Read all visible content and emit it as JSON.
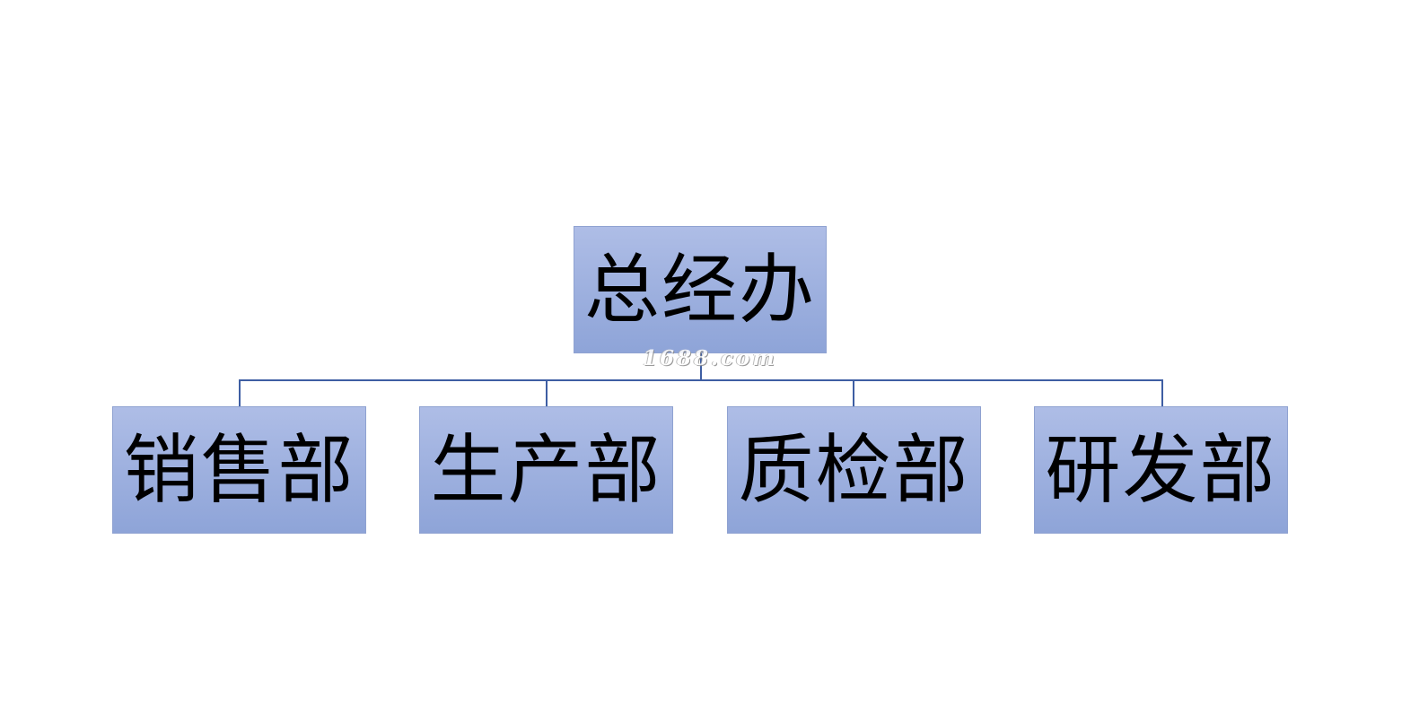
{
  "org_chart": {
    "root": {
      "label": "总经办"
    },
    "children": [
      {
        "label": "销售部"
      },
      {
        "label": "生产部"
      },
      {
        "label": "质检部"
      },
      {
        "label": "研发部"
      }
    ]
  },
  "watermark": {
    "text": "1688.com"
  },
  "colors": {
    "box_fill_top": "#aebde6",
    "box_fill_bottom": "#8ea4d8",
    "connector_line": "#3e5ea3",
    "text": "#000000",
    "background": "#ffffff"
  }
}
